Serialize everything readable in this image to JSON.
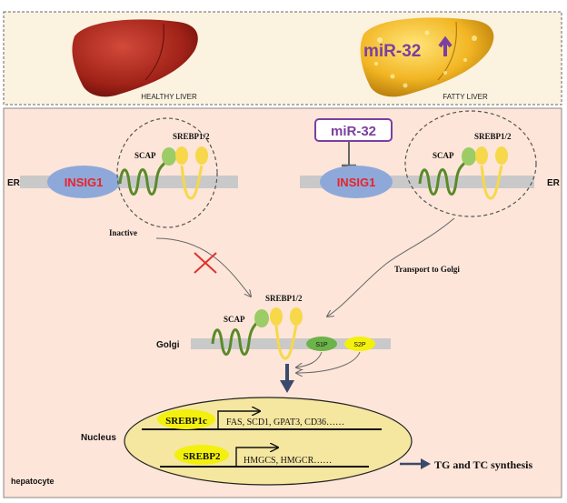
{
  "top_panel": {
    "healthy_label": "HEALTHY LIVER",
    "fatty_label": "FATTY LIVER",
    "mir_up_label": "miR-32"
  },
  "er_left": {
    "er_label": "ER",
    "insig_label": "INSIG1",
    "scap_label": "SCAP",
    "srebp_label": "SREBP1/2",
    "inactive_label": "Inactive"
  },
  "er_right": {
    "mir_box_label": "miR-32",
    "insig_label": "INSIG1",
    "scap_label": "SCAP",
    "srebp_label": "SREBP1/2",
    "er_label": "ER",
    "transport_label": "Transport to Golgi"
  },
  "golgi": {
    "golgi_label": "Golgi",
    "scap_label": "SCAP",
    "srebp_label": "SREBP1/2",
    "s1p_label": "S1P",
    "s2p_label": "S2P"
  },
  "nucleus": {
    "nucleus_label": "Nucleus",
    "srebp1c_label": "SREBP1c",
    "srebp1c_targets": "FAS, SCD1, GPAT3, CD36……",
    "srebp2_label": "SREBP2",
    "srebp2_targets": "HMGCS, HMGCR……",
    "output_label": "TG and TC synthesis"
  },
  "hepatocyte_label": "hepatocyte",
  "colors": {
    "top_bg": "#fcf2e0",
    "cell_bg": "#fde5d9",
    "insig_fill": "#8ea9d9",
    "insig_text": "#e8232a",
    "scap_green": "#5a8a2a",
    "scap_head": "#9ccc65",
    "srebp_yellow": "#f6d84a",
    "mir_purple": "#7b3fa0",
    "nucleus_fill": "#f5e6a0",
    "highlight_yellow": "#f3f00e",
    "red_x": "#e0312a",
    "dark_arrow": "#3b4a6b"
  }
}
